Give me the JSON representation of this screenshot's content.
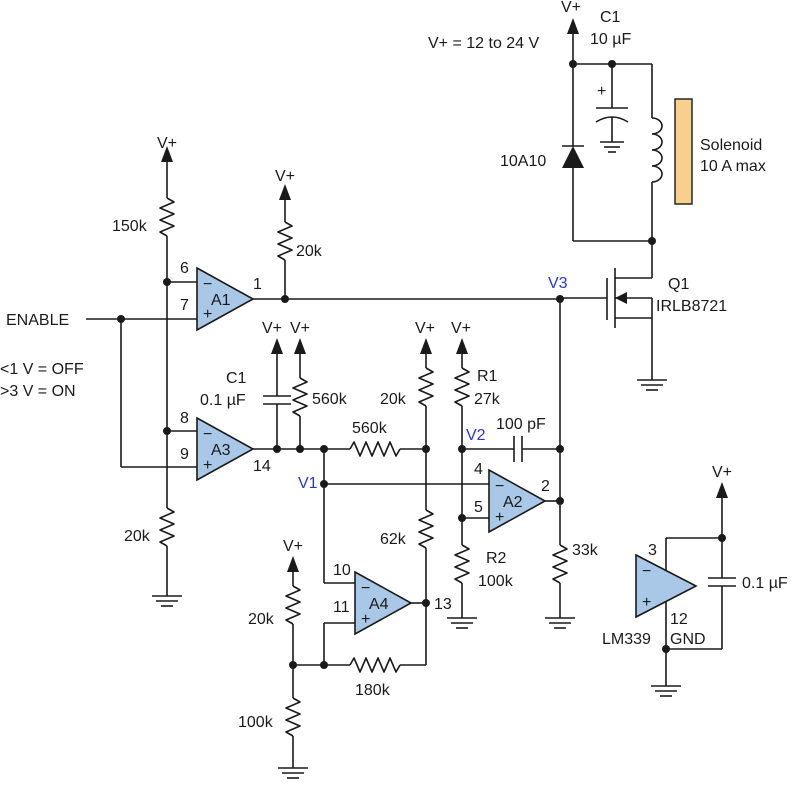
{
  "supply": {
    "vplus": "V+",
    "range": "V+ = 12 to 24 V"
  },
  "enable": {
    "label": "ENABLE",
    "off": "<1 V = OFF",
    "on": ">3 V = ON"
  },
  "nodes": {
    "v1": "V1",
    "v2": "V2",
    "v3": "V3"
  },
  "opamps": {
    "a1": {
      "name": "A1",
      "minus_pin": "6",
      "plus_pin": "7",
      "out_pin": "1"
    },
    "a2": {
      "name": "A2",
      "minus_pin": "4",
      "plus_pin": "5",
      "out_pin": "2"
    },
    "a3": {
      "name": "A3",
      "minus_pin": "8",
      "plus_pin": "9",
      "out_pin": "14"
    },
    "a4": {
      "name": "A4",
      "minus_pin": "10",
      "plus_pin": "11",
      "out_pin": "13"
    },
    "lm339": {
      "name": "LM339",
      "vcc_pin": "3",
      "gnd_pin": "12",
      "gnd_label": "GND"
    }
  },
  "components": {
    "r_150k": "150k",
    "r_20k_a1": "20k",
    "r_20k_a3": "20k",
    "c1_small_name": "C1",
    "c1_small_value": "0.1 µF",
    "r_560k_v": "560k",
    "r_560k_h": "560k",
    "r_20k_mid": "20k",
    "r1_name": "R1",
    "r1_value": "27k",
    "c_100pf": "100 pF",
    "r_62k": "62k",
    "r2_name": "R2",
    "r2_value": "100k",
    "r_33k": "33k",
    "r_20k_a4": "20k",
    "r_100k_a4": "100k",
    "r_180k": "180k",
    "c1_big_name": "C1",
    "c1_big_value": "10 µF",
    "diode": "10A10",
    "solenoid_name": "Solenoid",
    "solenoid_rating": "10 A max",
    "q1_name": "Q1",
    "q1_part": "IRLB8721",
    "c_decouple": "0.1 µF"
  },
  "colors": {
    "opamp_fill": "#a9c7e6",
    "solenoid_fill": "#f6d08c",
    "node_label": "#2a36c8",
    "wire": "#1a1a1a"
  }
}
